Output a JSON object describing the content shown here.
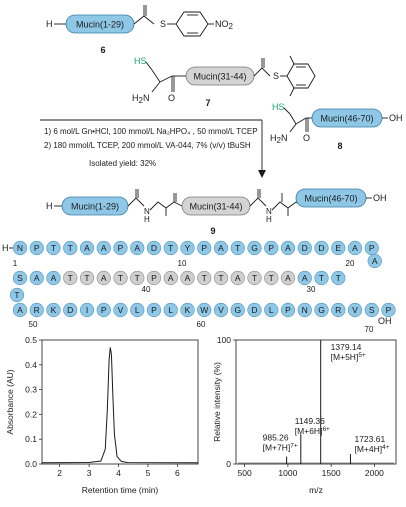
{
  "scheme": {
    "frag1": {
      "label": "Mucin(1-29)",
      "prefix": "H",
      "sub": "S",
      "group": "NO",
      "group_sub": "2",
      "number": "6"
    },
    "frag2": {
      "label": "Mucin(31-44)",
      "hs": "HS",
      "h2n": "H",
      "h2n_sub": "2",
      "h2n_n": "N",
      "s": "S",
      "number": "7"
    },
    "frag3": {
      "label": "Mucin(46-70)",
      "hs": "HS",
      "h2n": "H",
      "h2n_sub": "2",
      "h2n_n": "N",
      "oh": "OH",
      "number": "8"
    },
    "conditions": {
      "line1": "1) 6 mol/L Gn•HCl, 100 mmol/L Na₂HPO₄ , 50 mmol/L TCEP",
      "line2": "2) 180 mmol/L TCEP, 200 mmol/L VA-044, 7% (v/v) tBuSH",
      "yield": "Isolated yield: 32%"
    },
    "product": {
      "f1": "Mucin(1-29)",
      "f2": "Mucin(31-44)",
      "f3": "Mucin(46-70)",
      "prefix": "H",
      "n1": "N",
      "h1": "H",
      "n2": "N",
      "h2": "H",
      "oh": "OH",
      "number": "9"
    }
  },
  "sequence": {
    "prefix": "H",
    "suffix": "OH",
    "row1": [
      "N",
      "P",
      "T",
      "T",
      "A",
      "A",
      "P",
      "A",
      "D",
      "T",
      "Y",
      "P",
      "A",
      "T",
      "G",
      "P",
      "A",
      "D",
      "D",
      "E",
      "A",
      "P"
    ],
    "corner1": "A",
    "row2_rtl": [
      "T",
      "T",
      "A",
      "A",
      "T",
      "T",
      "A",
      "T",
      "T",
      "A",
      "A",
      "P",
      "T",
      "T",
      "A",
      "T",
      "T",
      "A",
      "A",
      "S"
    ],
    "corner2": "T",
    "row3": [
      "A",
      "R",
      "K",
      "D",
      "I",
      "P",
      "V",
      "L",
      "P",
      "L",
      "K",
      "W",
      "V",
      "G",
      "D",
      "L",
      "P",
      "N",
      "G",
      "R",
      "V",
      "S",
      "P"
    ],
    "grey_row2_positions_ltr": [
      3,
      4,
      5,
      6,
      7,
      8,
      9,
      10,
      11,
      12,
      13,
      14,
      15,
      16
    ],
    "numbers": {
      "n1": "1",
      "n10": "10",
      "n20": "20",
      "n30": "30",
      "n40": "40",
      "n50": "50",
      "n60": "60",
      "n70": "70"
    }
  },
  "chart_data": [
    {
      "type": "line",
      "xlabel": "Retention time (min)",
      "ylabel": "Absorbance (AU)",
      "xlim": [
        1.4,
        6.7
      ],
      "ylim": [
        0,
        0.5
      ],
      "xticks": [
        "2",
        "3",
        "4",
        "5",
        "6"
      ],
      "yticks": [
        "0.0",
        "0.1",
        "0.2",
        "0.3",
        "0.4",
        "0.5"
      ],
      "x": [
        1.4,
        3.0,
        3.4,
        3.55,
        3.62,
        3.68,
        3.72,
        3.76,
        3.8,
        3.86,
        3.95,
        4.1,
        4.3,
        6.7
      ],
      "y": [
        0.005,
        0.006,
        0.012,
        0.06,
        0.22,
        0.42,
        0.47,
        0.44,
        0.3,
        0.12,
        0.03,
        0.01,
        0.006,
        0.005
      ]
    },
    {
      "type": "bar",
      "xlabel": "m/z",
      "ylabel": "Relative intensity (%)",
      "xlim": [
        400,
        2250
      ],
      "ylim": [
        0,
        100
      ],
      "xticks": [
        "500",
        "1000",
        "1500",
        "2000"
      ],
      "yticks": [
        "0",
        "100"
      ],
      "peaks": [
        {
          "x": 985.26,
          "y": 6,
          "label": "985.26",
          "ion": "[M+7H]",
          "charge": "7+"
        },
        {
          "x": 1149.36,
          "y": 24,
          "label": "1149.36",
          "ion": "[M+6H]",
          "charge": "6+"
        },
        {
          "x": 1379.14,
          "y": 100,
          "label": "1379.14",
          "ion": "[M+5H]",
          "charge": "5+"
        },
        {
          "x": 1723.61,
          "y": 8,
          "label": "1723.61",
          "ion": "[M+4H]",
          "charge": "4+"
        }
      ]
    }
  ]
}
